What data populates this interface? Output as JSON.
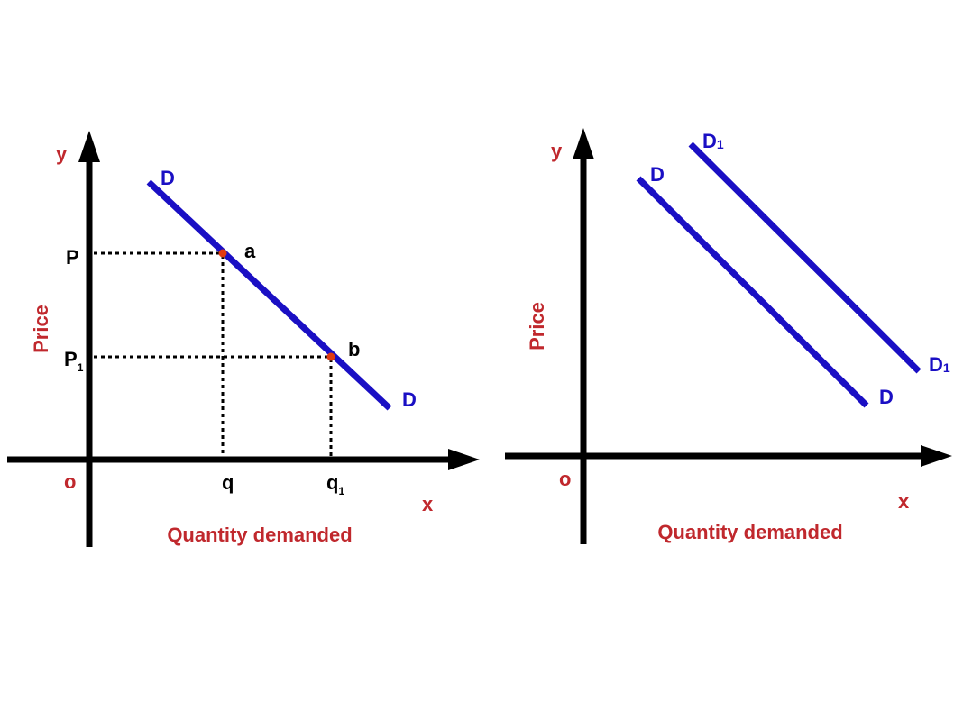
{
  "colors": {
    "axis": "#000000",
    "curve": "#1a0fc4",
    "label_red": "#c0282d",
    "point": "#e23b12"
  },
  "left_diagram": {
    "y_axis_label": "y",
    "x_axis_label": "x",
    "origin_label": "o",
    "price_label": "Price",
    "quantity_label": "Quantity demanded",
    "curve_label_top": "D",
    "curve_label_bottom": "D",
    "price_p": "P",
    "price_p1_main": "P",
    "price_p1_sub": "1",
    "qty_q": "q",
    "qty_q1_main": "q",
    "qty_q1_sub": "1",
    "point_a": "a",
    "point_b": "b"
  },
  "right_diagram": {
    "y_axis_label": "y",
    "x_axis_label": "x",
    "origin_label": "o",
    "price_label": "Price",
    "quantity_label": "Quantity demanded",
    "curve_d_top": "D",
    "curve_d_bottom": "D",
    "curve_d1_top_main": "D",
    "curve_d1_top_sub": "1",
    "curve_d1_bottom_main": "D",
    "curve_d1_bottom_sub": "1"
  }
}
